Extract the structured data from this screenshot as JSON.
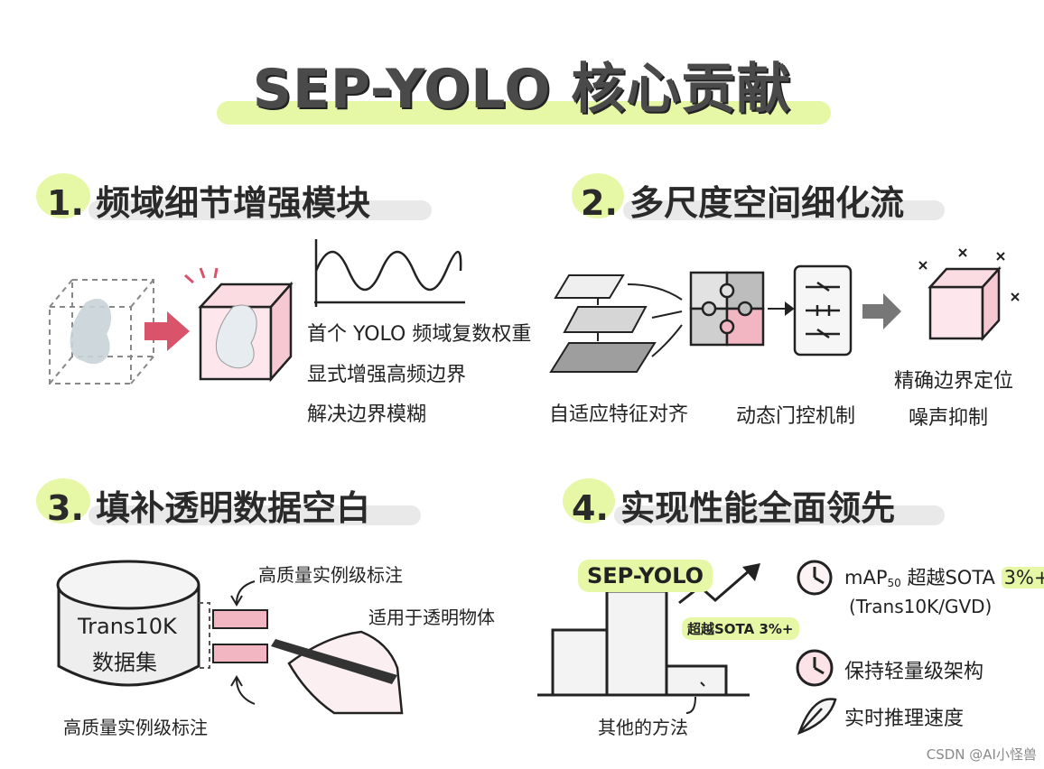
{
  "title": "SEP-YOLO 核心贡献",
  "sections": [
    {
      "heading": "1. 频域细节增强模块",
      "bullets": [
        "首个 YOLO 频域复数权重",
        "显式增强高频边界",
        "解决边界模糊"
      ]
    },
    {
      "heading": "2. 多尺度空间细化流",
      "labels": [
        "自适应特征对齐",
        "动态门控机制",
        "精确边界定位",
        "噪声抑制"
      ]
    },
    {
      "heading": "3. 填补透明数据空白",
      "dataset_label": [
        "Trans10K",
        "数据集"
      ],
      "annot_top": "高质量实例级标注",
      "annot_bottom": "高质量实例级标注",
      "use_label": "适用于透明物体"
    },
    {
      "heading": "4. 实现性能全面领先",
      "model_label": "SEP-YOLO",
      "badge": "超越SOTA 3%+",
      "base_label": "其他的方法",
      "metric_prefix": "mAP",
      "metric_sub": "50",
      "metric_rest": " 超越SOTA ",
      "metric_value": "3%+",
      "metric_datasets": "(Trans10K/GVD)",
      "points": [
        "保持轻量级架构",
        "实时推理速度"
      ]
    }
  ],
  "watermark": "CSDN @AI小怪兽",
  "colors": {
    "highlight": "#e6f7a6",
    "accent": "#d9536b",
    "ink": "#222222"
  },
  "icons": [
    "sine-wave-icon",
    "arrow-right-icon",
    "stopwatch-icon",
    "clock-icon",
    "feather-icon",
    "pen-hand-icon",
    "database-icon",
    "puzzle-icon",
    "gate-switch-icon",
    "cube-icon"
  ]
}
